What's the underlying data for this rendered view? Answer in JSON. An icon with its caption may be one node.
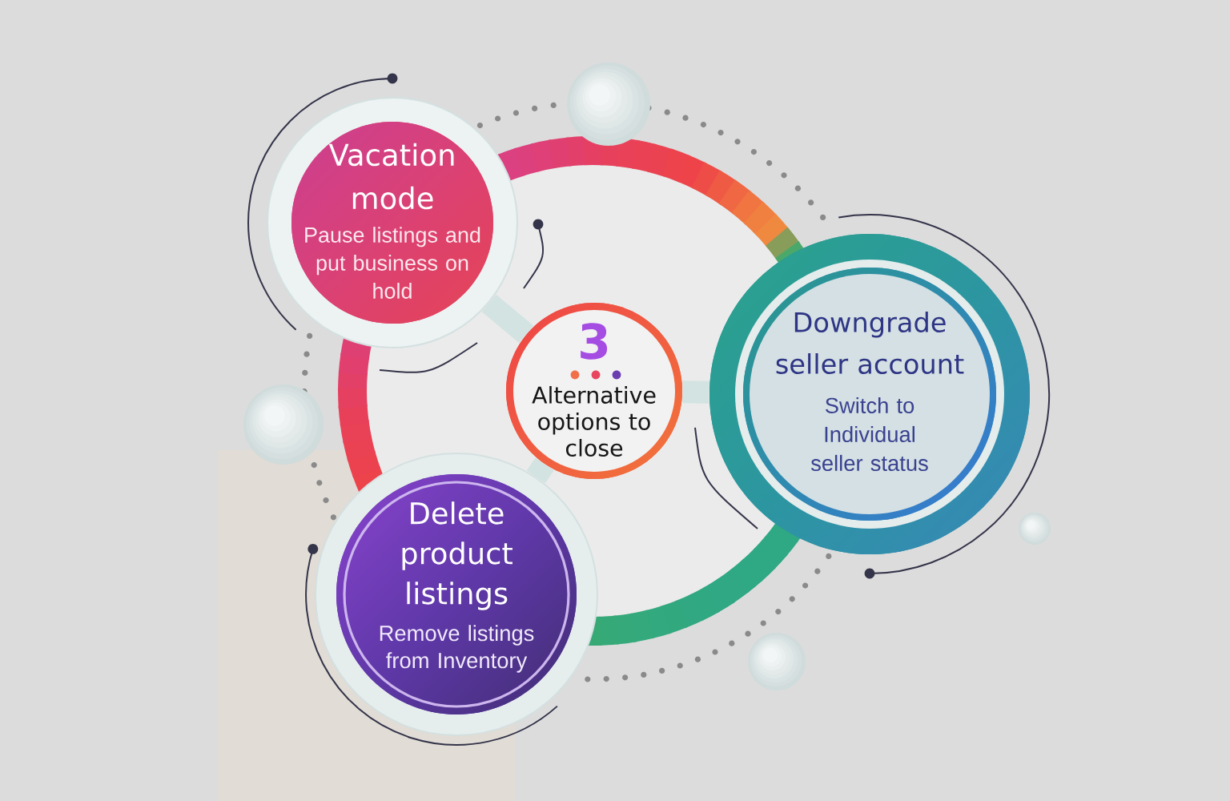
{
  "diagram": {
    "nodes": [
      {
        "text": [
          "Vacation mode",
          "Pause listings and put business on hold"
        ]
      },
      {
        "text": [
          "3",
          "Alternative options to close"
        ]
      },
      {
        "text": [
          "Downgrade seller account",
          "Switch to Individual seller status"
        ]
      },
      {
        "text": [
          "Delete product listings",
          "Remove listings from Inventory"
        ]
      }
    ],
    "edges": [
      {
        "from": 1,
        "to": 0,
        "arrow": "none"
      },
      {
        "from": 1,
        "to": 2,
        "arrow": "none"
      },
      {
        "from": 1,
        "to": 3,
        "arrow": "none"
      }
    ]
  }
}
